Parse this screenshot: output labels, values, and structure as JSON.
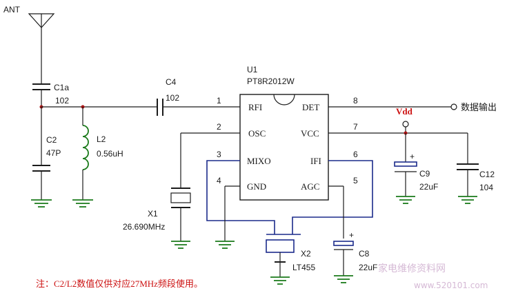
{
  "labels": {
    "ant": "ANT",
    "u1_ref": "U1",
    "u1_part": "PT8R2012W",
    "c1a_ref": "C1a",
    "c1a_val": "102",
    "c2_ref": "C2",
    "c2_val": "47P",
    "l2_ref": "L2",
    "l2_val": "0.56uH",
    "c4_ref": "C4",
    "c4_val": "102",
    "x1_ref": "X1",
    "x1_val": "26.690MHz",
    "x2_ref": "X2",
    "x2_val": "LT455",
    "c8_ref": "C8",
    "c8_val": "22uF",
    "c9_ref": "C9",
    "c9_val": "22uF",
    "c12_ref": "C12",
    "c12_val": "104",
    "vdd": "Vdd",
    "data_out": "数据输出"
  },
  "pins": {
    "p1": "1",
    "p2": "2",
    "p3": "3",
    "p4": "4",
    "p5": "5",
    "p6": "6",
    "p7": "7",
    "p8": "8",
    "rfi": "RFI",
    "osc": "OSC",
    "mixo": "MIXO",
    "gnd": "GND",
    "det": "DET",
    "vcc": "VCC",
    "ifi": "IFI",
    "agc": "AGC"
  },
  "note": "注：C2/L2数值仅供对应27MHz频段使用。",
  "watermark": {
    "line1": "家电维修资料网",
    "line2": "www.520101.com"
  },
  "colors": {
    "wire": "#1a1a1a",
    "blue_wire": "#1a2a8a",
    "ground": "#1a7a1a",
    "note": "#cc1111"
  }
}
